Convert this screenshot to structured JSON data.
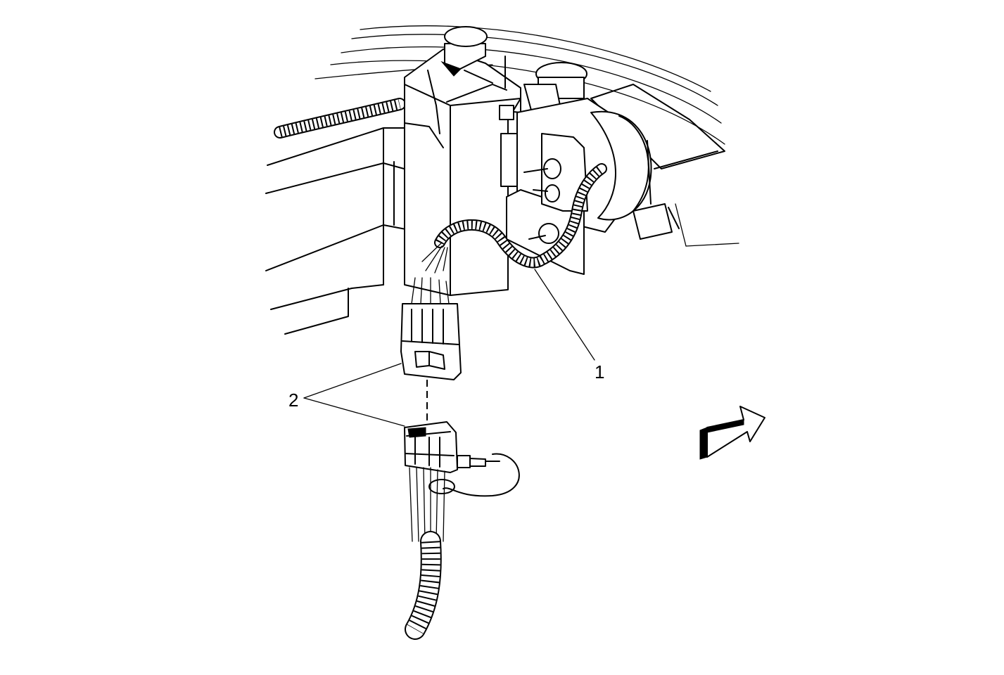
{
  "callouts": [
    {
      "id": "1",
      "label": "1"
    },
    {
      "id": "2",
      "label": "2"
    }
  ],
  "icons": {
    "view_arrow": "view-direction-arrow-icon"
  },
  "colors": {
    "line": "#000000",
    "background": "#ffffff"
  }
}
